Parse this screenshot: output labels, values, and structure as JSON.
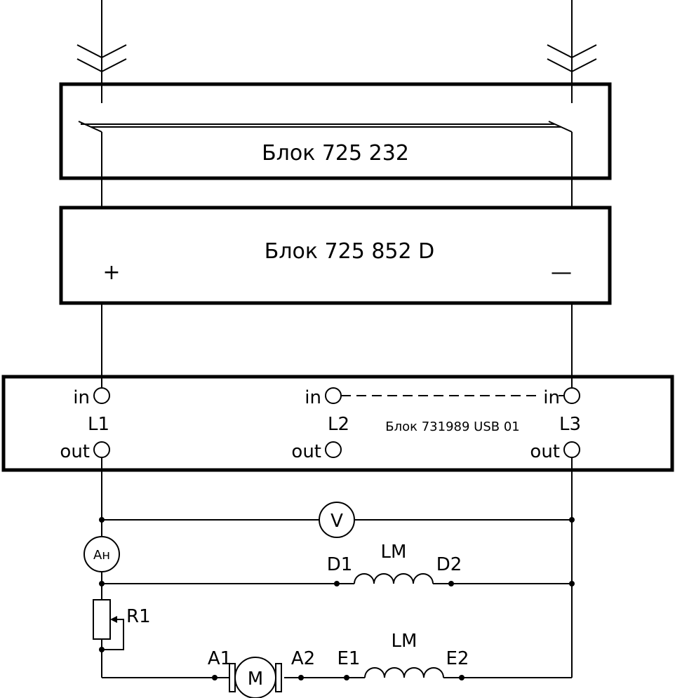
{
  "blocks": {
    "b1": {
      "title": "Блок 725 232"
    },
    "b2": {
      "title": "Блок 725 852 D",
      "plus": "+",
      "minus": "—"
    },
    "b3": {
      "title": "Блок 731989 USB 01",
      "in": "in",
      "out": "out",
      "lines": [
        "L1",
        "L2",
        "L3"
      ]
    }
  },
  "components": {
    "voltmeter": "V",
    "ammeter": "Ан",
    "rheostat": "R1",
    "motor": "M",
    "winding1": {
      "name": "LM",
      "start": "D1",
      "end": "D2"
    },
    "winding2": {
      "name": "LM",
      "start": "E1",
      "end": "E2"
    },
    "motor_terminals": {
      "a1": "A1",
      "a2": "A2"
    }
  }
}
